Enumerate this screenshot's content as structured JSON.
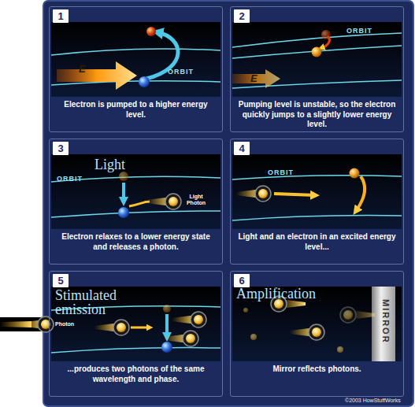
{
  "diagram": {
    "nodes": [
      {
        "text": [
          "1",
          "Electron is pumped to a higher energy level."
        ]
      },
      {
        "text": [
          "2",
          "Pumping level is unstable, so the electron quickly jumps to a slightly lower energy level."
        ]
      },
      {
        "text": [
          "3",
          "Electron relaxes to a lower energy state and releases a photon."
        ]
      },
      {
        "text": [
          "4",
          "Light and an electron in an excited energy level..."
        ]
      },
      {
        "text": [
          "5",
          "...produces two photons of the same wavelength and phase."
        ]
      },
      {
        "text": [
          "6",
          "Mirror reflects photons."
        ]
      }
    ],
    "labels": [
      "ORBIT",
      "E",
      "ORBIT",
      "E",
      "Light",
      "ORBIT",
      "Light Photon",
      "ORBIT",
      "Photon",
      "Stimulated emission",
      "Amplification",
      "MIRROR",
      "©2003 HowStuffWorks"
    ]
  }
}
